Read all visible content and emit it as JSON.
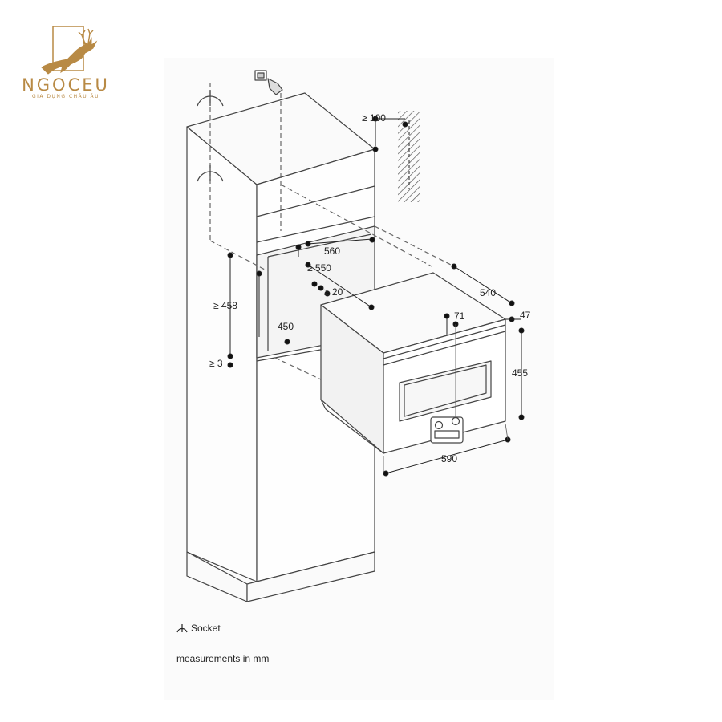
{
  "brand": {
    "name": "NGOCEU",
    "tagline": "GIA DỤNG CHÂU ÂU",
    "color": "#b88a45"
  },
  "dimensions": {
    "top_clearance": "≥ 100",
    "niche_width": "560",
    "niche_depth": "≥ 550",
    "rear_gap": "≥ 20",
    "niche_height": "≥ 458",
    "bottom_gap": "≥ 3",
    "inner_depth": "450",
    "appliance_depth": "540",
    "appliance_panel_offset": "47",
    "control_offset": "71",
    "appliance_height": "455",
    "appliance_width": "590"
  },
  "legend": {
    "socket_icon": "socket-symbol-icon",
    "socket_label": "Socket",
    "units_note": "measurements in mm"
  },
  "colors": {
    "line": "#444444",
    "dimension": "#222222",
    "hatch": "#555555"
  }
}
